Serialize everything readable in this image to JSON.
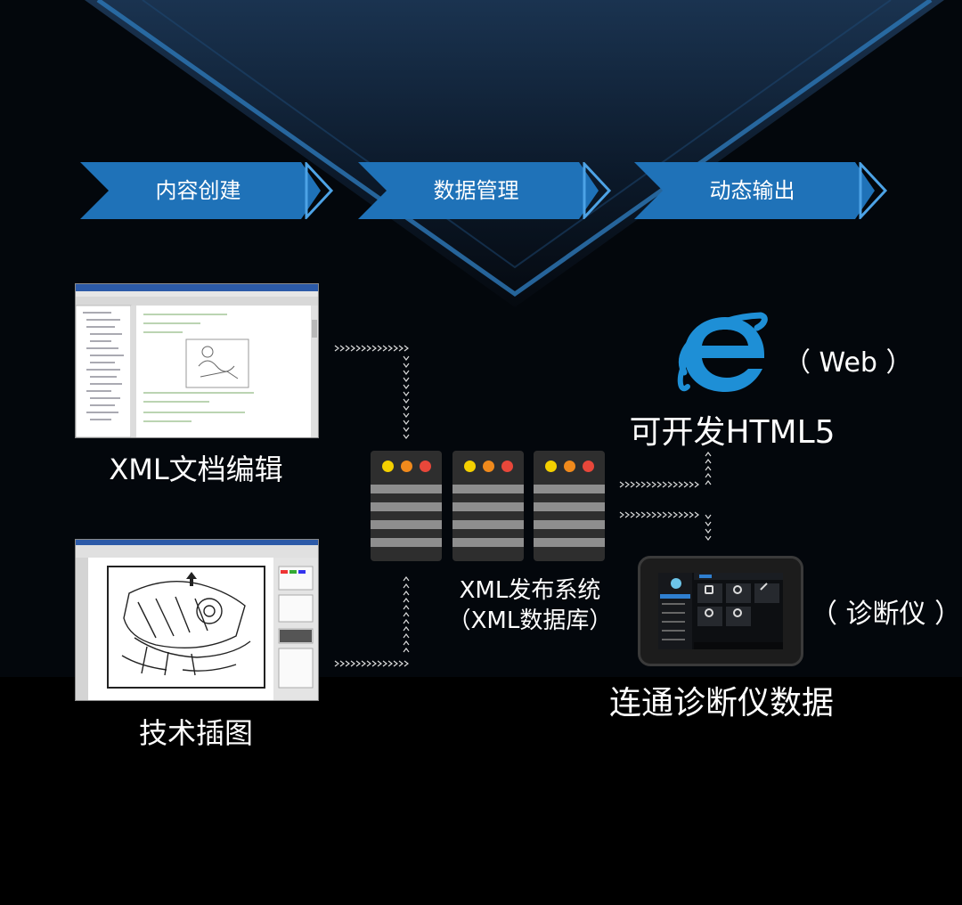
{
  "steps": [
    {
      "label": "内容创建"
    },
    {
      "label": "数据管理"
    },
    {
      "label": "动态输出"
    }
  ],
  "inputs": {
    "xml_editing": "XML文档编辑",
    "tech_illustration": "技术插图"
  },
  "publish_system": {
    "line1": "XML发布系统",
    "line2": "（XML数据库）"
  },
  "outputs": {
    "web_note": "（ Web ）",
    "html5": "可开发HTML5",
    "diag_note": "（ 诊断仪 ）",
    "diag_data": "连通诊断仪数据"
  },
  "icons": {
    "web": "ie-browser-icon",
    "diagnostic": "diagnostic-tablet-icon"
  },
  "colors": {
    "chevron": "#1f72b8",
    "chevron_edge": "#4da3e6",
    "background": "#000000",
    "dot_yellow": "#f4d000",
    "dot_orange": "#f08a1c",
    "dot_red": "#e8473a",
    "ie_blue": "#1e8fd6"
  }
}
